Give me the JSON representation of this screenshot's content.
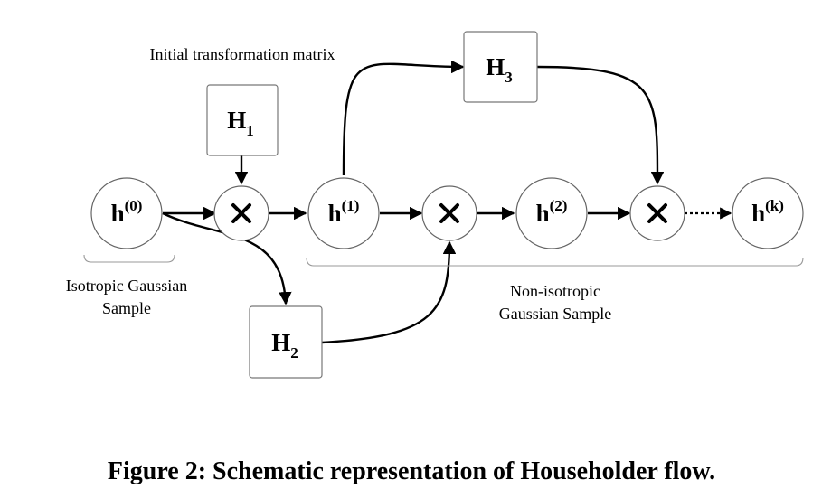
{
  "annotations": {
    "initial_label": "Initial transformation matrix",
    "isotropic_line1": "Isotropic Gaussian",
    "isotropic_line2": "Sample",
    "nonisotropic_line1": "Non-isotropic",
    "nonisotropic_line2": "Gaussian Sample"
  },
  "states": {
    "h0": {
      "base": "h",
      "sup": "(0)"
    },
    "h1": {
      "base": "h",
      "sup": "(1)"
    },
    "h2": {
      "base": "h",
      "sup": "(2)"
    },
    "hk": {
      "base": "h",
      "sup": "(k)"
    }
  },
  "matrices": {
    "H1": {
      "base": "H",
      "sub": "1"
    },
    "H2": {
      "base": "H",
      "sub": "2"
    },
    "H3": {
      "base": "H",
      "sub": "3"
    }
  },
  "caption": "Figure 2: Schematic representation of Householder flow.",
  "colors": {
    "stroke": "#000000",
    "node_border": "#666666",
    "brace": "#999999"
  }
}
